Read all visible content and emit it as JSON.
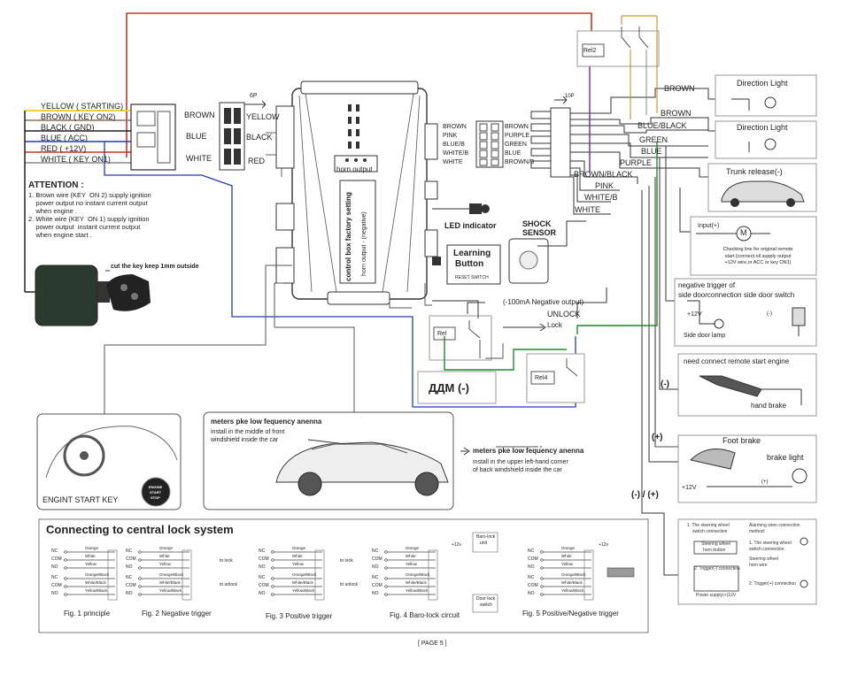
{
  "left_wires": [
    {
      "label": "YELLOW ( STARTING)",
      "color": "#f4d03f"
    },
    {
      "label": "BROWN ( KEY ON2)",
      "color": "#8d6e63"
    },
    {
      "label": "BLACK ( GND)",
      "color": "#222222"
    },
    {
      "label": "BLUE  ( ACC)",
      "color": "#1f3fb5"
    },
    {
      "label": "RED  ( +12V)",
      "color": "#c0392b"
    },
    {
      "label": "WHITE ( KEY ON1)",
      "color": "#888888"
    }
  ],
  "connector_6p": {
    "label": "6P",
    "left": [
      "BROWN",
      "BLUE",
      "WHITE"
    ],
    "right": [
      "YELLOW",
      "BLACK",
      "RED"
    ]
  },
  "attention": {
    "title": "ATTENTION :",
    "lines": [
      "1. Brown wire (KEY  ON 2) supply ignition",
      "    power output no instant current output",
      "    when engine .",
      "2. White wire (KEY  ON 1) supply ignition",
      "    power output  instant current output",
      "    when engine start ."
    ]
  },
  "key_caption": "cut the key keep 1mm outside",
  "control_box": {
    "label": "control box factory setting",
    "sub": "horn output - (negative)",
    "horn": "horn output"
  },
  "connector_10p": {
    "label": "10P",
    "left": [
      "BROWN",
      "PINK",
      "BLUE/B",
      "WHITE/B",
      "WHITE"
    ],
    "right": [
      "BROWN",
      "PURPLE",
      "GREEN",
      "BLUE",
      "BROWN/B"
    ]
  },
  "led": "LED indicator",
  "shock": "SHOCK\nSENSOR",
  "learning": {
    "title": "Learning",
    "title2": "Button",
    "sub": "RESET SWITCH"
  },
  "right_wires": [
    "BROWN",
    "BROWN",
    "BLUE/BLACK",
    "GREEN",
    "BLUE",
    "PURPLE",
    "BROWN/BLACK",
    "PINK",
    "WHITE/B",
    "WHITE"
  ],
  "relays": {
    "rel2": "Rel2",
    "rel": "Rel",
    "rel4": "Rel4"
  },
  "ddm": "ДДМ (-)",
  "direction_light": "Direction Light",
  "trunk": "Trunk release(-)",
  "input_box": {
    "label": "Input(+)",
    "motor": "M",
    "text": [
      "Checking line for original remote",
      "start (connect oil supply output",
      "+12V wire,or ACC or key ON1)"
    ]
  },
  "neg_out": "(-100mA Negative output)",
  "unlock": "UNLOCK",
  "lock": "Lock",
  "door": {
    "title1": "negative trigger of",
    "title2": "side doorconnection  side door switch",
    "v12": "+12V",
    "lamp": "Side door lamp",
    "minus": "(-)"
  },
  "handbrake": {
    "title": "need connect remote start engine",
    "label": "hand brake",
    "minus": "(-)"
  },
  "footbrake": {
    "plus": "(+)",
    "title": "Foot brake",
    "light": "brake light",
    "v12": "+12V",
    "p2": "(+)"
  },
  "mp": "(-) / (+)",
  "steering": {
    "l1": "1. The steering wheel",
    "l1b": "switch connection",
    "l2": "Steering wheel",
    "l2b": "horn button",
    "l3": "2. Trigger(-) connection",
    "l4": "Power supply(+)12V",
    "r0": "Alarming siren connection",
    "r0b": "method:",
    "r1": "1. The steering wheel",
    "r1b": "switch connection",
    "r2": "Steering wheel",
    "r2b": "horn wire",
    "r3": "2. Trigger(+) connection"
  },
  "engine": {
    "caption": "ENGINT START KEY",
    "btn1": "ENGINE",
    "btn2": "START",
    "btn3": "STOP"
  },
  "antenna1": {
    "title": "meters pke low fequency anenna",
    "l1": "install in the  middle of front",
    "l2": "windshield inside the car"
  },
  "antenna2": {
    "title": "meters pke low fequency anenna",
    "l1": "install in the  upper left-hand corner",
    "l2": "of back windshield inside the car"
  },
  "central": {
    "title": "Connecting to central lock system",
    "figs": [
      "Fig. 1  principle",
      "Fig. 2  Negative trigger",
      "Fig. 3  Positive trigger",
      "Fig. 4  Baro-lock circuit",
      "Fig. 5  Positive/Negative trigger"
    ],
    "pins": [
      "NC",
      "COM",
      "NO",
      "NC",
      "COM",
      "NO"
    ],
    "wires": [
      "Orange",
      "White",
      "Yellow",
      "Orange/Black",
      "White/Black",
      "Yellow/Black"
    ],
    "tolock": "to lock",
    "tounlock": "to unlock",
    "p12": "+12v",
    "baro": "Baro-lock",
    "baro2": "unit",
    "door": "Door lock",
    "door2": "switch"
  },
  "page": "[ PAGE 5 ]"
}
